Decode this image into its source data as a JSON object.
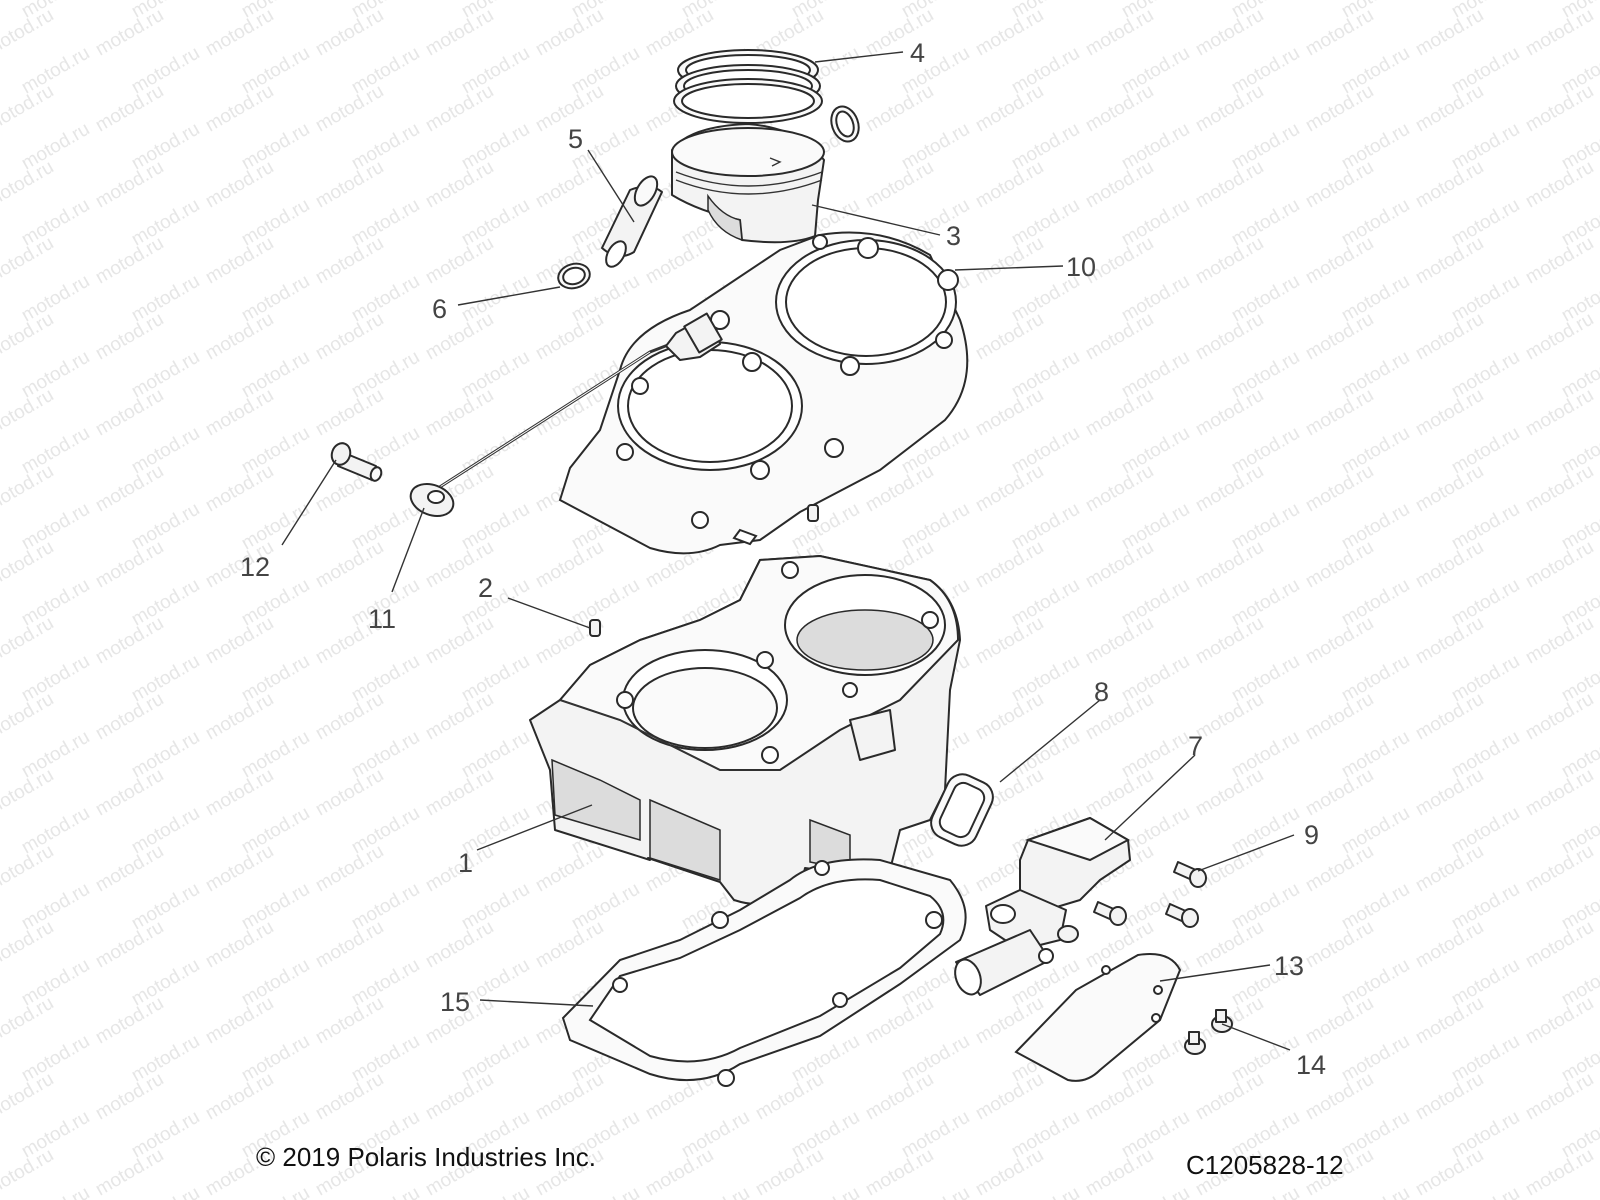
{
  "watermark": "motod.ru",
  "footer": {
    "copyright": "© 2019 Polaris Industries Inc.",
    "diagram_code": "C1205828-12"
  },
  "callouts": {
    "c1": "1",
    "c2": "2",
    "c3": "3",
    "c4": "4",
    "c5": "5",
    "c6": "6",
    "c7": "7",
    "c8": "8",
    "c9": "9",
    "c10": "10",
    "c11": "11",
    "c12": "12",
    "c13": "13",
    "c14": "14",
    "c15": "15"
  }
}
